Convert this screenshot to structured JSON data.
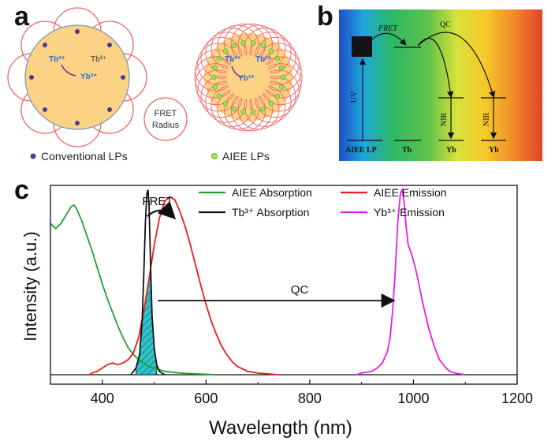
{
  "panel_a": {
    "letter": "a",
    "center_label_tb1": "Tb³⁺",
    "center_label_tb2": "Tb³⁺",
    "center_label_yb": "Yb³⁺",
    "right_label_tb1": "Tb³⁺",
    "right_label_tb2": "Tb³⁺",
    "right_label_yb": "Yb³⁺",
    "fret_radius_line1": "FRET",
    "fret_radius_line2": "Radius",
    "legend_conventional": "Conventional LPs",
    "legend_aiee": "AIEE LPs",
    "colors": {
      "nanoparticle": "#fcd284",
      "circle": "#ef6464",
      "conventional_dot": "#4a3f8e",
      "aiee_dot": "#9be54d"
    }
  },
  "panel_b": {
    "letter": "b",
    "label_fret": "FRET",
    "label_qc": "QC",
    "label_uv": "UV",
    "label_nir1": "NIR",
    "label_nir2": "NIR",
    "level_aiee": "AIEE LP",
    "level_tb": "Tb",
    "level_yb1": "Yb",
    "level_yb2": "Yb"
  },
  "panel_c": {
    "letter": "c",
    "annotation_fret": "FRET",
    "annotation_qc": "QC"
  },
  "chart_data": {
    "type": "line",
    "xlabel": "Wavelength (nm)",
    "ylabel": "Intensity (a.u.)",
    "xlim": [
      300,
      1200
    ],
    "ylim": [
      0,
      1.08
    ],
    "xticks": [
      400,
      600,
      800,
      1000,
      1200
    ],
    "legend_placement": "top",
    "series": [
      {
        "name": "AIEE Absorption",
        "color": "#22a02f",
        "x": [
          300,
          310,
          320,
          330,
          340,
          345,
          350,
          360,
          370,
          380,
          390,
          400,
          410,
          420,
          430,
          440,
          450,
          460,
          470,
          480,
          490,
          500,
          510,
          520,
          540,
          560,
          580,
          600,
          620
        ],
        "y": [
          0.9,
          0.87,
          0.9,
          0.95,
          1.0,
          1.01,
          0.99,
          0.92,
          0.83,
          0.74,
          0.64,
          0.54,
          0.45,
          0.37,
          0.29,
          0.22,
          0.16,
          0.12,
          0.09,
          0.07,
          0.05,
          0.04,
          0.03,
          0.02,
          0.013,
          0.008,
          0.005,
          0.003,
          0.0
        ]
      },
      {
        "name": "AIEE Emission",
        "color": "#ee1c1c",
        "x": [
          375,
          380,
          390,
          400,
          410,
          420,
          430,
          440,
          450,
          460,
          470,
          480,
          490,
          500,
          510,
          520,
          530,
          540,
          550,
          560,
          570,
          580,
          590,
          600,
          610,
          620,
          630,
          640,
          650,
          660,
          670,
          680,
          690,
          700,
          720,
          740
        ],
        "y": [
          0.0,
          0.01,
          0.02,
          0.04,
          0.06,
          0.07,
          0.06,
          0.07,
          0.09,
          0.13,
          0.22,
          0.38,
          0.57,
          0.77,
          0.93,
          1.03,
          1.06,
          1.04,
          0.97,
          0.88,
          0.77,
          0.65,
          0.53,
          0.42,
          0.32,
          0.24,
          0.17,
          0.12,
          0.08,
          0.05,
          0.035,
          0.02,
          0.015,
          0.01,
          0.005,
          0.0
        ]
      },
      {
        "name": "Tb³⁺ Absorption",
        "color": "#111111",
        "x": [
          455,
          465,
          472,
          477,
          480,
          483,
          486,
          488,
          490,
          492,
          494,
          496,
          500,
          505,
          510,
          520
        ],
        "y": [
          0.0,
          0.04,
          0.12,
          0.33,
          0.6,
          0.9,
          1.08,
          1.1,
          1.02,
          0.78,
          0.55,
          0.35,
          0.16,
          0.06,
          0.02,
          0.0
        ]
      },
      {
        "name": "Yb³⁺ Emission",
        "color": "#e71ee8",
        "x": [
          890,
          900,
          910,
          920,
          930,
          940,
          950,
          955,
          960,
          965,
          970,
          975,
          978,
          982,
          986,
          990,
          995,
          1000,
          1005,
          1010,
          1015,
          1020,
          1030,
          1040,
          1050,
          1060,
          1070,
          1080,
          1090,
          1100
        ],
        "y": [
          0.0,
          0.01,
          0.015,
          0.02,
          0.04,
          0.07,
          0.14,
          0.22,
          0.38,
          0.62,
          0.92,
          1.08,
          1.1,
          1.03,
          0.88,
          0.77,
          0.73,
          0.68,
          0.62,
          0.55,
          0.47,
          0.4,
          0.27,
          0.17,
          0.09,
          0.05,
          0.02,
          0.01,
          0.005,
          0.0
        ]
      }
    ],
    "overlap_region": {
      "color": "#2ec3c9",
      "x_range": [
        465,
        505
      ]
    }
  }
}
